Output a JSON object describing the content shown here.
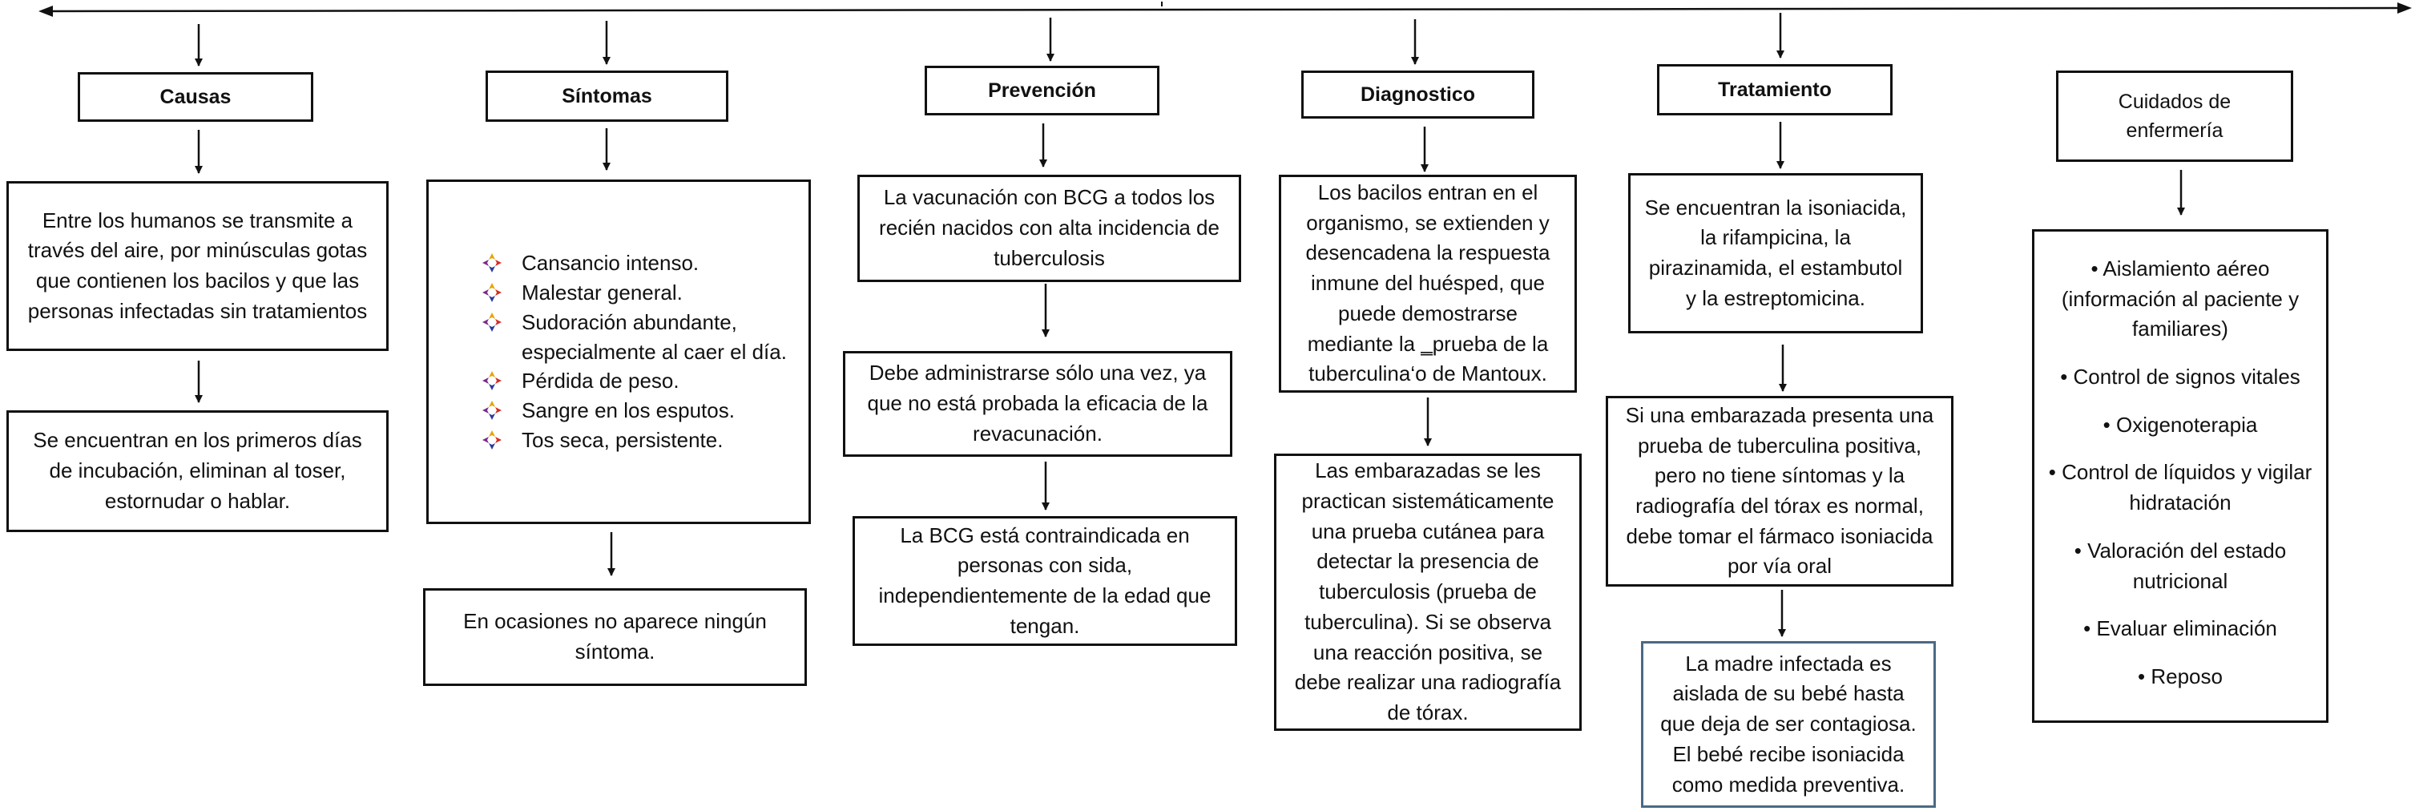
{
  "columns": [
    {
      "id": "causas",
      "header": "Causas",
      "boxes": [
        "Entre los humanos se transmite a través del aire, por minúsculas gotas que contienen los bacilos y que las personas infectadas sin tratamientos",
        "Se encuentran en los primeros días de incubación, eliminan al toser, estornudar o hablar."
      ]
    },
    {
      "id": "sintomas",
      "header": "Síntomas",
      "list": [
        "Cansancio intenso.",
        "Malestar general.",
        "Sudoración abundante, especialmente al caer el día.",
        "Pérdida de peso.",
        "Sangre en los esputos.",
        "Tos seca, persistente."
      ],
      "boxes": [
        "En ocasiones no aparece ningún síntoma."
      ]
    },
    {
      "id": "prevencion",
      "header": "Prevención",
      "boxes": [
        "La vacunación con BCG a todos los recién nacidos con alta incidencia de tuberculosis",
        "Debe administrarse sólo una vez, ya que no está probada la eficacia de la revacunación.",
        "La BCG está contraindicada en personas con sida, independientemente de la edad que tengan."
      ]
    },
    {
      "id": "diagnostico",
      "header": "Diagnostico",
      "boxes": [
        "Los bacilos entran en el organismo, se extienden y desencadena la respuesta inmune del huésped, que puede demostrarse mediante la ‗prueba de la tuberculina‘o de Mantoux.",
        "Las embarazadas se les practican sistemáticamente una prueba cutánea para detectar la presencia de tuberculosis (prueba de tuberculina). Si se observa una reacción positiva, se debe realizar una radiografía de tórax."
      ]
    },
    {
      "id": "tratamiento",
      "header": "Tratamiento",
      "boxes": [
        "Se encuentran la isoniacida, la rifampicina, la pirazinamida, el estambutol y la estreptomicina.",
        "Si una embarazada presenta una prueba de tuberculina positiva, pero no tiene síntomas y la radiografía del tórax es normal, debe tomar el fármaco isoniacida por vía oral",
        "La madre infectada es aislada de su bebé hasta que deja de ser contagiosa. El bebé recibe isoniacida como medida preventiva."
      ]
    },
    {
      "id": "cuidados",
      "header": "Cuidados de enfermería",
      "list": [
        "• Aislamiento aéreo (información al paciente y familiares)",
        "• Control de signos vitales",
        "• Oxigenoterapia",
        "• Control de líquidos y vigilar hidratación",
        "• Valoración del estado nutricional",
        "• Evaluar eliminación",
        "• Reposo"
      ]
    }
  ],
  "icons": {
    "bullet_marker": "colored-arrow-bullet-icon"
  }
}
